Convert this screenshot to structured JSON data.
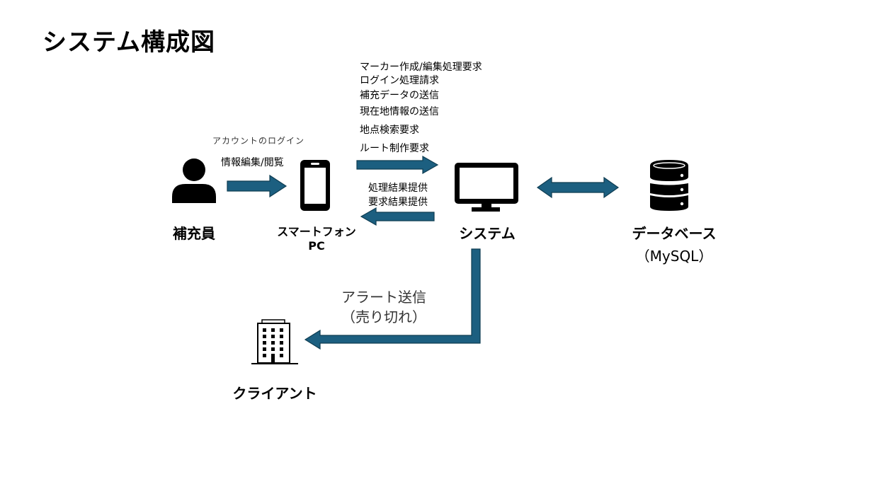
{
  "title": "システム構成図",
  "colors": {
    "arrow_fill": "#1c5f80",
    "arrow_stroke": "#0f3d52",
    "icon": "#000000"
  },
  "nodes": {
    "staff": {
      "label": "補充員",
      "icon": "person-icon"
    },
    "device": {
      "label_line1": "スマートフォン",
      "label_line2": "PC",
      "icon": "smartphone-icon"
    },
    "system": {
      "label": "システム",
      "icon": "monitor-icon"
    },
    "database": {
      "label": "データベース",
      "sublabel": "（MySQL）",
      "icon": "database-icon"
    },
    "client": {
      "label": "クライアント",
      "icon": "building-icon"
    }
  },
  "edges": {
    "staff_to_device": {
      "label_top": "アカウントのログイン",
      "label_bottom": "情報編集/閲覧"
    },
    "device_to_system": {
      "labels": [
        "マーカー作成/編集処理要求",
        "ログイン処理請求",
        "補充データの送信",
        "現在地情報の送信",
        "地点検索要求",
        "ルート制作要求"
      ]
    },
    "system_to_device": {
      "labels": [
        "処理結果提供",
        "要求結果提供"
      ]
    },
    "system_db": {
      "label": ""
    },
    "system_to_client": {
      "label_line1": "アラート送信",
      "label_line2": "（売り切れ）"
    }
  }
}
